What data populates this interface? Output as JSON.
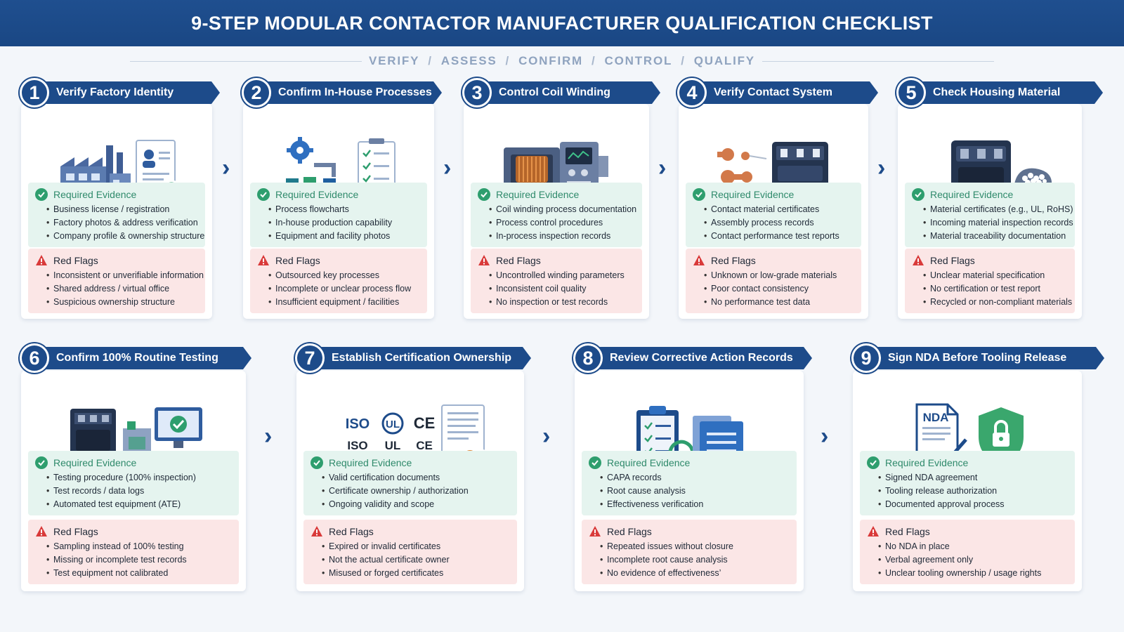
{
  "header": {
    "title": "9-STEP MODULAR CONTACTOR MANUFACTURER QUALIFICATION CHECKLIST"
  },
  "subtitle": {
    "words": [
      "VERIFY",
      "ASSESS",
      "CONFIRM",
      "CONTROL",
      "QUALIFY"
    ],
    "separator": "/"
  },
  "labels": {
    "evidence": "Required Evidence",
    "flags": "Red Flags"
  },
  "colors": {
    "navy": "#1d4b8a",
    "evidence_bg": "#e5f4ef",
    "flags_bg": "#fbe6e6",
    "check_green": "#2e9e6e",
    "warn_red": "#d93a3a"
  },
  "steps": [
    {
      "num": "1",
      "title": "Verify Factory Identity",
      "icon": "factory-document-icon",
      "evidence": [
        "Business license / registration",
        "Factory photos & address verification",
        "Company profile & ownership structure"
      ],
      "flags": [
        "Inconsistent or unverifiable information",
        "Shared address / virtual office",
        "Suspicious ownership structure"
      ]
    },
    {
      "num": "2",
      "title": "Confirm In-House Processes",
      "icon": "gear-conveyor-checklist-icon",
      "evidence": [
        "Process flowcharts",
        "In-house production capability",
        "Equipment and facility photos"
      ],
      "flags": [
        "Outsourced key processes",
        "Incomplete or unclear process flow",
        "Insufficient equipment / facilities"
      ]
    },
    {
      "num": "3",
      "title": "Control Coil Winding",
      "icon": "coil-winding-machine-icon",
      "evidence": [
        "Coil winding process documentation",
        "Process control procedures",
        "In-process inspection records"
      ],
      "flags": [
        "Uncontrolled winding parameters",
        "Inconsistent coil quality",
        "No inspection or test records"
      ]
    },
    {
      "num": "4",
      "title": "Verify Contact System",
      "icon": "contact-system-icon",
      "evidence": [
        "Contact material certificates",
        "Assembly process records",
        "Contact performance test reports"
      ],
      "flags": [
        "Unknown or low-grade materials",
        "Poor contact consistency",
        "No performance test data"
      ]
    },
    {
      "num": "5",
      "title": "Check Housing Material",
      "icon": "housing-material-icon",
      "evidence": [
        "Material certificates (e.g., UL, RoHS)",
        "Incoming material inspection records",
        "Material traceability documentation"
      ],
      "flags": [
        "Unclear material specification",
        "No certification or test report",
        "Recycled or non-compliant materials"
      ]
    },
    {
      "num": "6",
      "title": "Confirm 100% Routine Testing",
      "icon": "test-bench-monitor-icon",
      "evidence": [
        "Testing procedure (100% inspection)",
        "Test records / data logs",
        "Automated test equipment (ATE)"
      ],
      "flags": [
        "Sampling instead of 100% testing",
        "Missing or incomplete test records",
        "Test equipment not calibrated"
      ]
    },
    {
      "num": "7",
      "title": "Establish Certification Ownership",
      "icon": "certification-marks-icon",
      "marks": [
        "ISO",
        "UL",
        "CE"
      ],
      "evidence": [
        "Valid certification documents",
        "Certificate ownership / authorization",
        "Ongoing validity and scope"
      ],
      "flags": [
        "Expired or invalid certificates",
        "Not the actual certificate owner",
        "Misused or forged certificates"
      ]
    },
    {
      "num": "8",
      "title": "Review Corrective Action Records",
      "icon": "capa-clipboard-icon",
      "evidence": [
        "CAPA records",
        "Root cause analysis",
        "Effectiveness verification"
      ],
      "flags": [
        "Repeated issues without closure",
        "Incomplete root cause analysis",
        "No evidence of effectiveness’"
      ]
    },
    {
      "num": "9",
      "title": "Sign NDA Before Tooling Release",
      "icon": "nda-shield-lock-icon",
      "doc_label": "NDA",
      "evidence": [
        "Signed NDA agreement",
        "Tooling release authorization",
        "Documented approval process"
      ],
      "flags": [
        "No NDA in place",
        "Verbal agreement only",
        "Unclear tooling ownership / usage rights"
      ]
    }
  ]
}
